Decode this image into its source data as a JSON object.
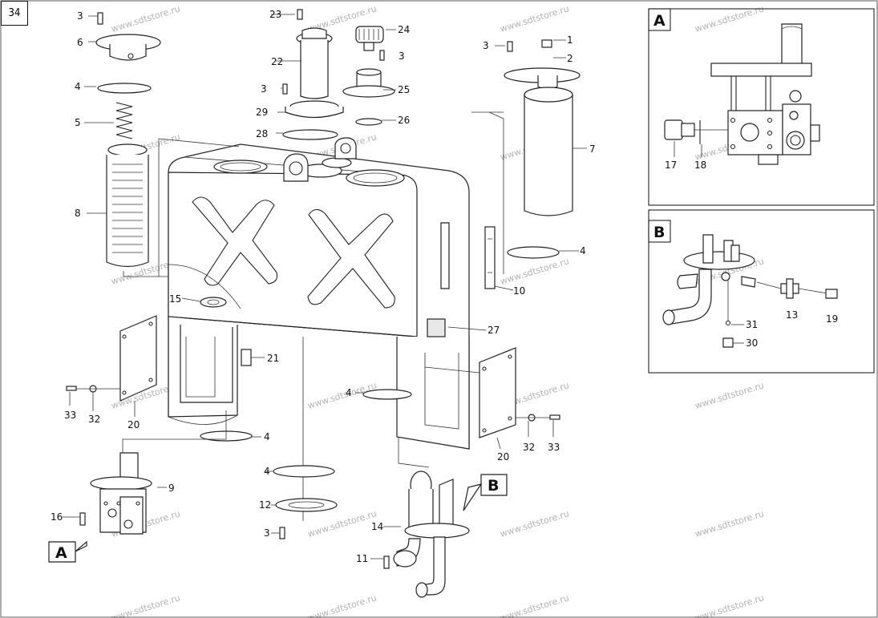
{
  "page_number": "34",
  "watermark": "www.sdtstore.ru",
  "views": {
    "a_label": "A",
    "b_label": "B"
  },
  "callouts": {
    "c1": "1",
    "c2": "2",
    "c3": "3",
    "c4": "4",
    "c5": "5",
    "c6": "6",
    "c7": "7",
    "c8": "8",
    "c9": "9",
    "c10": "10",
    "c11": "11",
    "c12": "12",
    "c13": "13",
    "c14": "14",
    "c15": "15",
    "c16": "16",
    "c17": "17",
    "c18": "18",
    "c19": "19",
    "c20": "20",
    "c21": "21",
    "c22": "22",
    "c23": "23",
    "c24": "24",
    "c25": "25",
    "c26": "26",
    "c27": "27",
    "c28": "28",
    "c29": "29",
    "c30": "30",
    "c31": "31",
    "c32": "32",
    "c33": "33"
  }
}
